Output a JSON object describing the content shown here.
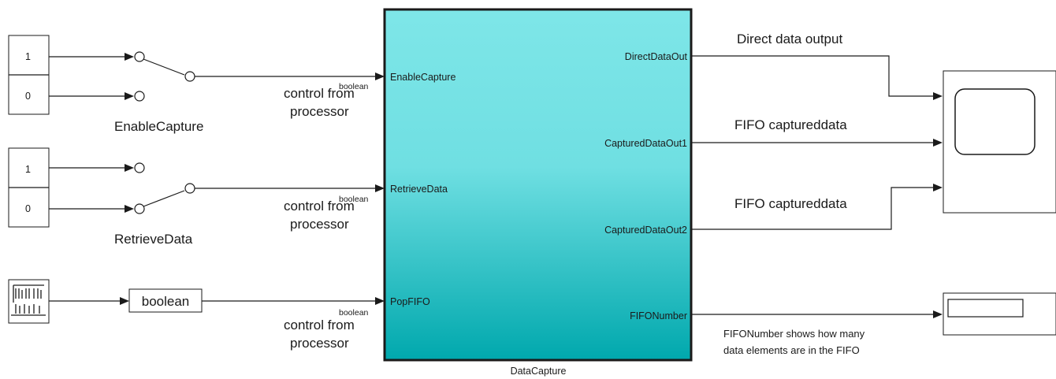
{
  "colors": {
    "subsystem_top": "#7ee6e8",
    "subsystem_bottom": "#00a8ad",
    "line": "#1a1a1a",
    "block_fill": "#ffffff"
  },
  "subsystem": {
    "name": "DataCapture",
    "inputs": [
      "EnableCapture",
      "RetrieveData",
      "PopFIFO"
    ],
    "outputs": [
      "DirectDataOut",
      "CapturedDataOut1",
      "CapturedDataOut2",
      "FIFONumber"
    ]
  },
  "switches": [
    {
      "const_top": "1",
      "const_bottom": "0",
      "label": "EnableCapture"
    },
    {
      "const_top": "1",
      "const_bottom": "0",
      "label": "RetrieveData"
    }
  ],
  "conversion": {
    "label": "boolean"
  },
  "signal_labels": {
    "control_1": "control from",
    "control_1b": "processor",
    "control_2": "control from",
    "control_2b": "processor",
    "control_3": "control from",
    "control_3b": "processor",
    "dtype_1": "boolean",
    "dtype_2": "boolean",
    "dtype_3": "boolean",
    "direct": "Direct data output",
    "fifo1": "FIFO captureddata",
    "fifo2": "FIFO captureddata",
    "fifonumber_1": "FIFONumber shows how many",
    "fifonumber_2": "data elements are in the FIFO"
  }
}
